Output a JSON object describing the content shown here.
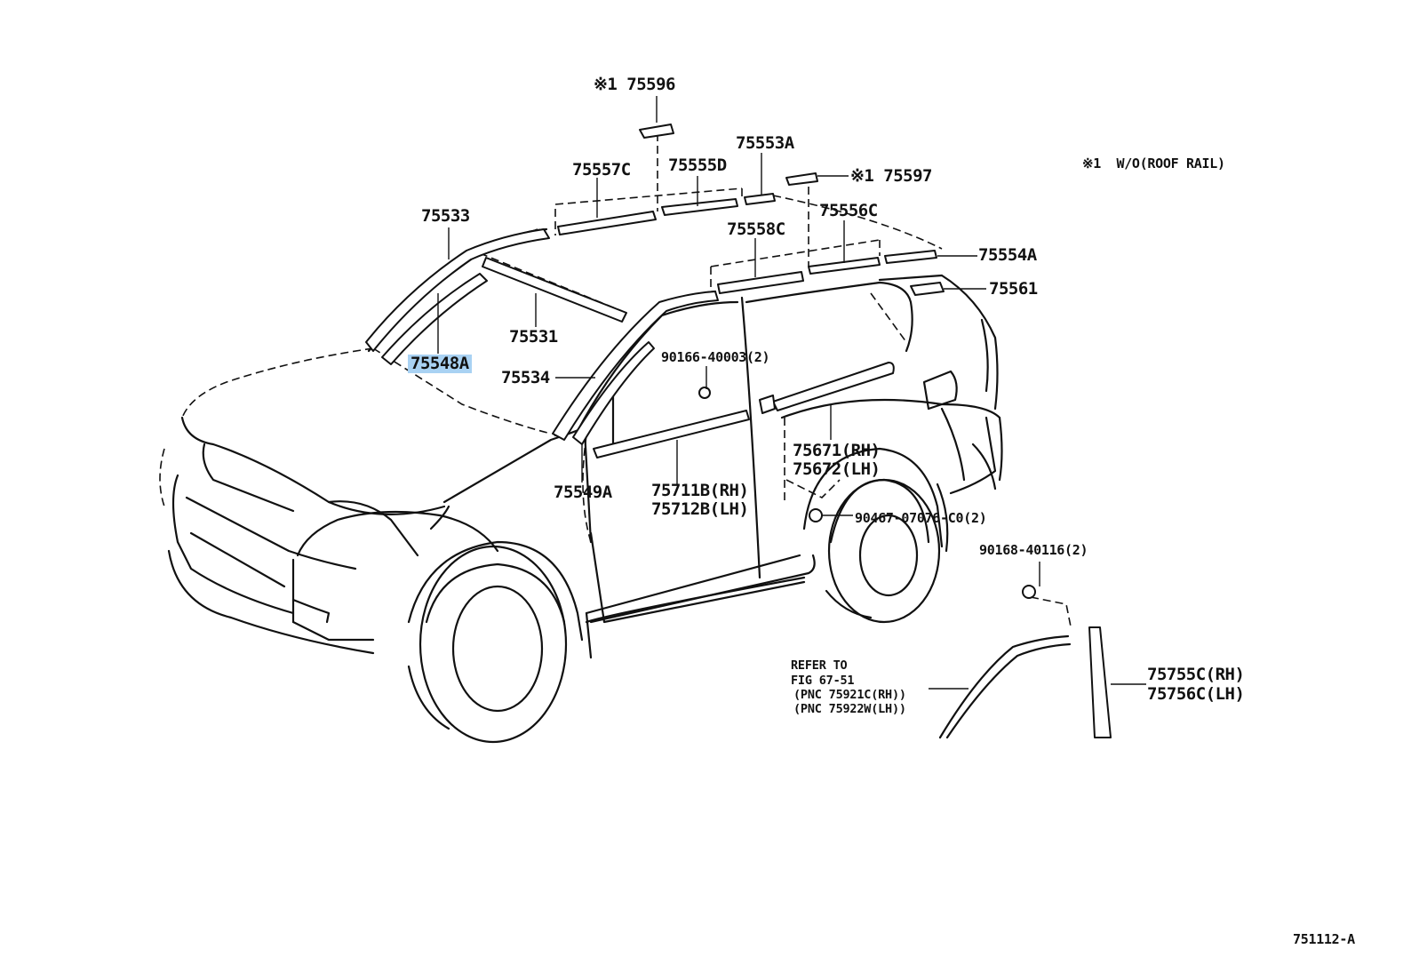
{
  "figure_code": "751112-A",
  "note": {
    "mark": "※1",
    "text": "W/O(ROOF RAIL)"
  },
  "refer": {
    "line1": "REFER TO",
    "line2": "FIG 67-51",
    "line3": "(PNC 75921C(RH))",
    "line4": "(PNC 75922W(LH))"
  },
  "parts": [
    {
      "id": "75596",
      "text": "※1 75596",
      "highlighted": false
    },
    {
      "id": "75553A",
      "text": "75553A",
      "highlighted": false
    },
    {
      "id": "75557C",
      "text": "75557C",
      "highlighted": false
    },
    {
      "id": "75555D",
      "text": "75555D",
      "highlighted": false
    },
    {
      "id": "75597",
      "text": "※1 75597",
      "highlighted": false
    },
    {
      "id": "75533",
      "text": "75533",
      "highlighted": false
    },
    {
      "id": "75556C",
      "text": "75556C",
      "highlighted": false
    },
    {
      "id": "75558C",
      "text": "75558C",
      "highlighted": false
    },
    {
      "id": "75554A",
      "text": "75554A",
      "highlighted": false
    },
    {
      "id": "75561",
      "text": "75561",
      "highlighted": false
    },
    {
      "id": "75531",
      "text": "75531",
      "highlighted": false
    },
    {
      "id": "75548A",
      "text": "75548A",
      "highlighted": true
    },
    {
      "id": "75534",
      "text": "75534",
      "highlighted": false
    },
    {
      "id": "90166-40003",
      "text": "90166-40003(2)",
      "highlighted": false
    },
    {
      "id": "75671",
      "text": "75671(RH)",
      "highlighted": false
    },
    {
      "id": "75672",
      "text": "75672(LH)",
      "highlighted": false
    },
    {
      "id": "75549A",
      "text": "75549A",
      "highlighted": false
    },
    {
      "id": "75711B",
      "text": "75711B(RH)",
      "highlighted": false
    },
    {
      "id": "75712B",
      "text": "75712B(LH)",
      "highlighted": false
    },
    {
      "id": "90467-07076-C0",
      "text": "90467-07076-C0(2)",
      "highlighted": false
    },
    {
      "id": "90168-40116",
      "text": "90168-40116(2)",
      "highlighted": false
    },
    {
      "id": "75755C",
      "text": "75755C(RH)",
      "highlighted": false
    },
    {
      "id": "75756C",
      "text": "75756C(LH)",
      "highlighted": false
    }
  ],
  "colors": {
    "line": "#111111",
    "highlight": "#a9d2f3",
    "background": "#ffffff"
  }
}
